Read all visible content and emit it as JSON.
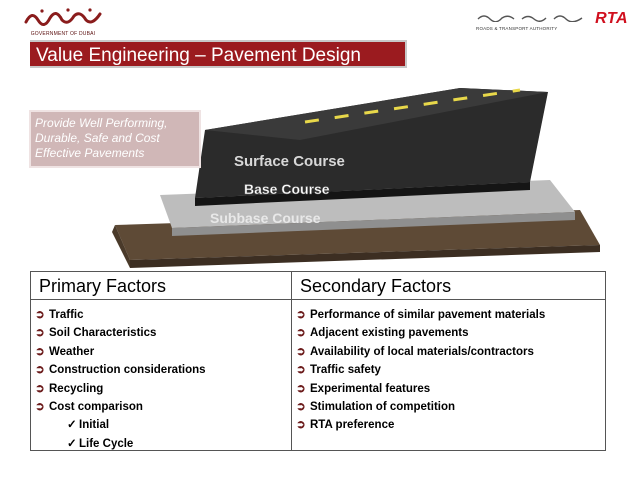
{
  "header": {
    "left_caption": "GOVERNMENT OF DUBAI",
    "right_logo": "RTA",
    "right_caption": "ROADS & TRANSPORT AUTHORITY"
  },
  "title": "Value Engineering – Pavement Design",
  "illustration": {
    "layers": [
      "Surface Course",
      "Base Course",
      "Subbase Course"
    ]
  },
  "callout_lines": [
    "Provide Well Performing,",
    "Durable, Safe and  Cost",
    "Effective Pavements"
  ],
  "table": {
    "primary_header": "Primary Factors",
    "secondary_header": "Secondary Factors",
    "primary_items": [
      "Traffic",
      "Soil Characteristics",
      "Weather",
      "Construction considerations",
      "Recycling",
      "Cost comparison"
    ],
    "cost_subitems": [
      "Initial",
      "Life Cycle"
    ],
    "secondary_items": [
      "Performance of similar pavement materials",
      "Adjacent existing pavements",
      "Availability of local materials/contractors",
      "Traffic safety",
      "Experimental features",
      "Stimulation of competition",
      "RTA preference"
    ]
  },
  "colors": {
    "title_bar": "#9b1b1f",
    "callout": "#d0b7b7",
    "asphalt": "#2b2b2b",
    "base": "#bdbdbd",
    "subbase": "#5e4a36"
  },
  "icons": {
    "bullet": "arrow-bullet-icon",
    "check": "check-icon"
  }
}
